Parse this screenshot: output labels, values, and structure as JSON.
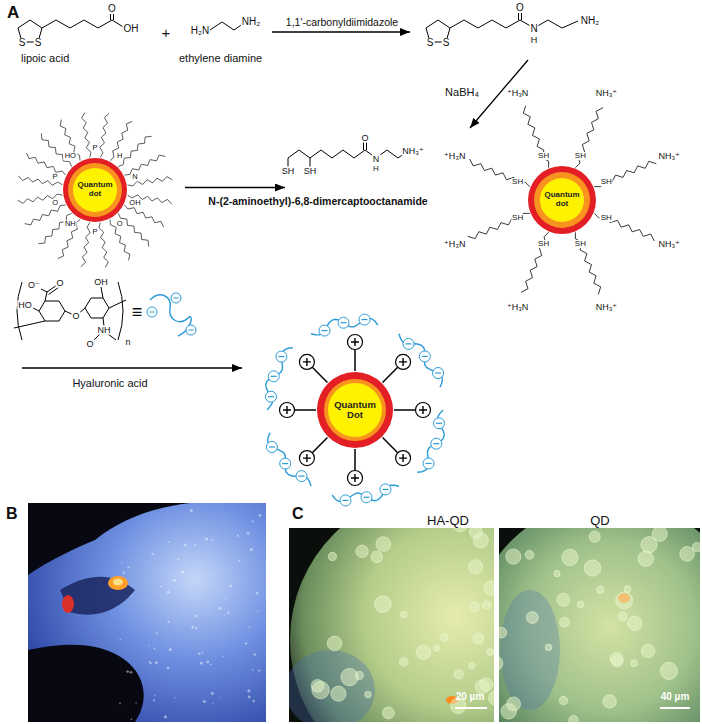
{
  "diagram": {
    "nodes": [
      {
        "text": [
          "Quantum dot"
        ]
      },
      {
        "text": [
          "Quantum dot"
        ]
      },
      {
        "text": [
          "Quantum Dot"
        ]
      }
    ],
    "edges": [
      {
        "from": 0,
        "to": 1,
        "arrow": "to",
        "label": "N-(2-aminoethyl)-6,8-dimercaptooctanamide"
      }
    ],
    "labels": [
      "A",
      "S",
      "S",
      "O",
      "OH",
      "lipoic acid",
      "+",
      "H₂N",
      "NH₂",
      "ethylene diamine",
      "1,1'-carbonyldiimidazole",
      "S",
      "S",
      "O",
      "N",
      "H",
      "NH₂",
      "NaBH₄",
      "SH",
      "SH",
      "O",
      "N",
      "H",
      "NH₃⁺",
      "P",
      "P",
      "P",
      "O",
      "O",
      "HO",
      "N",
      "H",
      "NH",
      "OH",
      "SH",
      "SH",
      "SH",
      "SH",
      "SH",
      "SH",
      "SH",
      "SH",
      "NH₃⁺",
      "NH₃⁺",
      "⁺H₃N",
      "⁺H₃N",
      "⁺H₃N",
      "⁺H₃N",
      "NH₃⁺",
      "NH₃⁺",
      "O⁻",
      "O",
      "OH",
      "HO",
      "O",
      "NH",
      "O",
      "n",
      "≡",
      "Hyaluronic acid",
      "B",
      "C",
      "HA-QD",
      "QD",
      "20 µm",
      "40 µm"
    ]
  }
}
